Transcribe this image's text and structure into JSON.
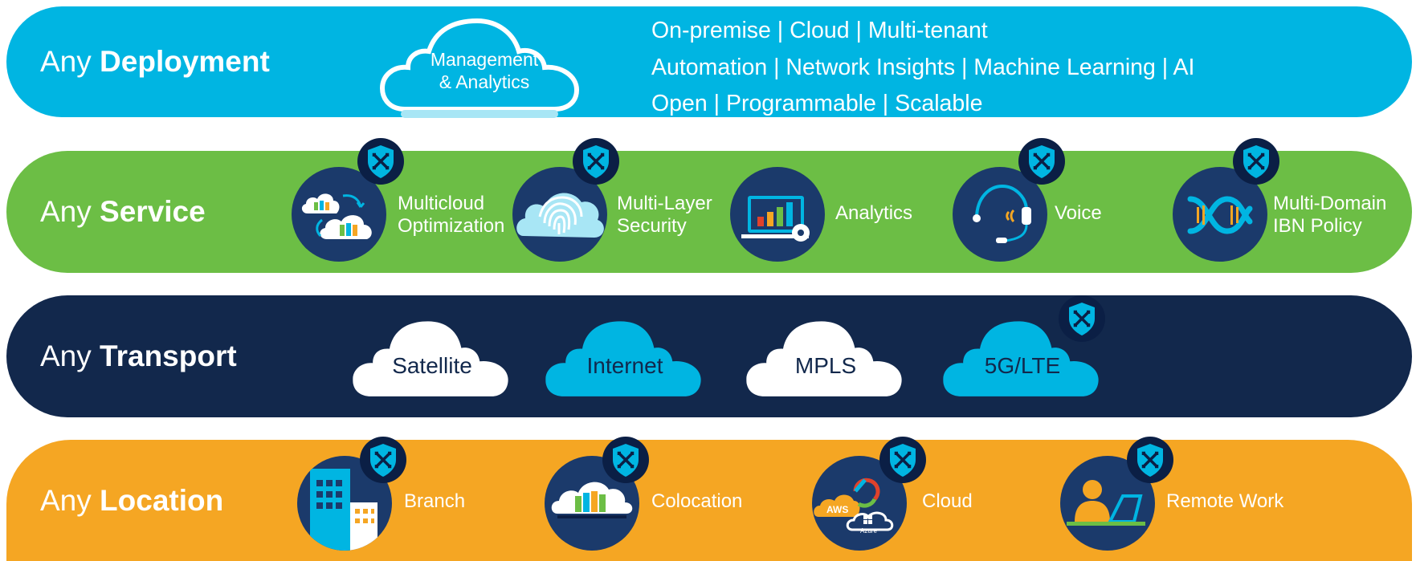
{
  "colors": {
    "deployment": "#00b5e2",
    "service": "#6cbe45",
    "transport": "#12284c",
    "location": "#f5a623",
    "icon_circle": "#1b3a6b",
    "shield_badge": "#0b1f45"
  },
  "deployment": {
    "title_prefix": "Any",
    "title_bold": "Deployment",
    "cloud_label_line1": "Management",
    "cloud_label_line2": "& Analytics",
    "lines": [
      "On-premise | Cloud | Multi-tenant",
      "Automation | Network Insights | Machine Learning | AI",
      "Open | Programmable | Scalable"
    ]
  },
  "service": {
    "title_prefix": "Any",
    "title_bold": "Service",
    "items": [
      {
        "line1": "Multicloud",
        "line2": "Optimization",
        "icon": "multicloud-icon"
      },
      {
        "line1": "Multi-Layer",
        "line2": "Security",
        "icon": "fingerprint-icon"
      },
      {
        "line1": "Analytics",
        "line2": "",
        "icon": "analytics-icon"
      },
      {
        "line1": "Voice",
        "line2": "",
        "icon": "headset-icon"
      },
      {
        "line1": "Multi-Domain",
        "line2": "IBN Policy",
        "icon": "dna-icon"
      }
    ]
  },
  "transport": {
    "title_prefix": "Any",
    "title_bold": "Transport",
    "items": [
      "Satellite",
      "Internet",
      "MPLS",
      "5G/LTE"
    ]
  },
  "location": {
    "title_prefix": "Any",
    "title_bold": "Location",
    "items": [
      {
        "label": "Branch",
        "icon": "building-icon"
      },
      {
        "label": "Colocation",
        "icon": "datacenter-cloud-icon"
      },
      {
        "label": "Cloud",
        "icon": "public-cloud-icon",
        "badges": [
          "AWS",
          "Azure"
        ]
      },
      {
        "label": "Remote Work",
        "icon": "remote-worker-icon"
      }
    ]
  }
}
